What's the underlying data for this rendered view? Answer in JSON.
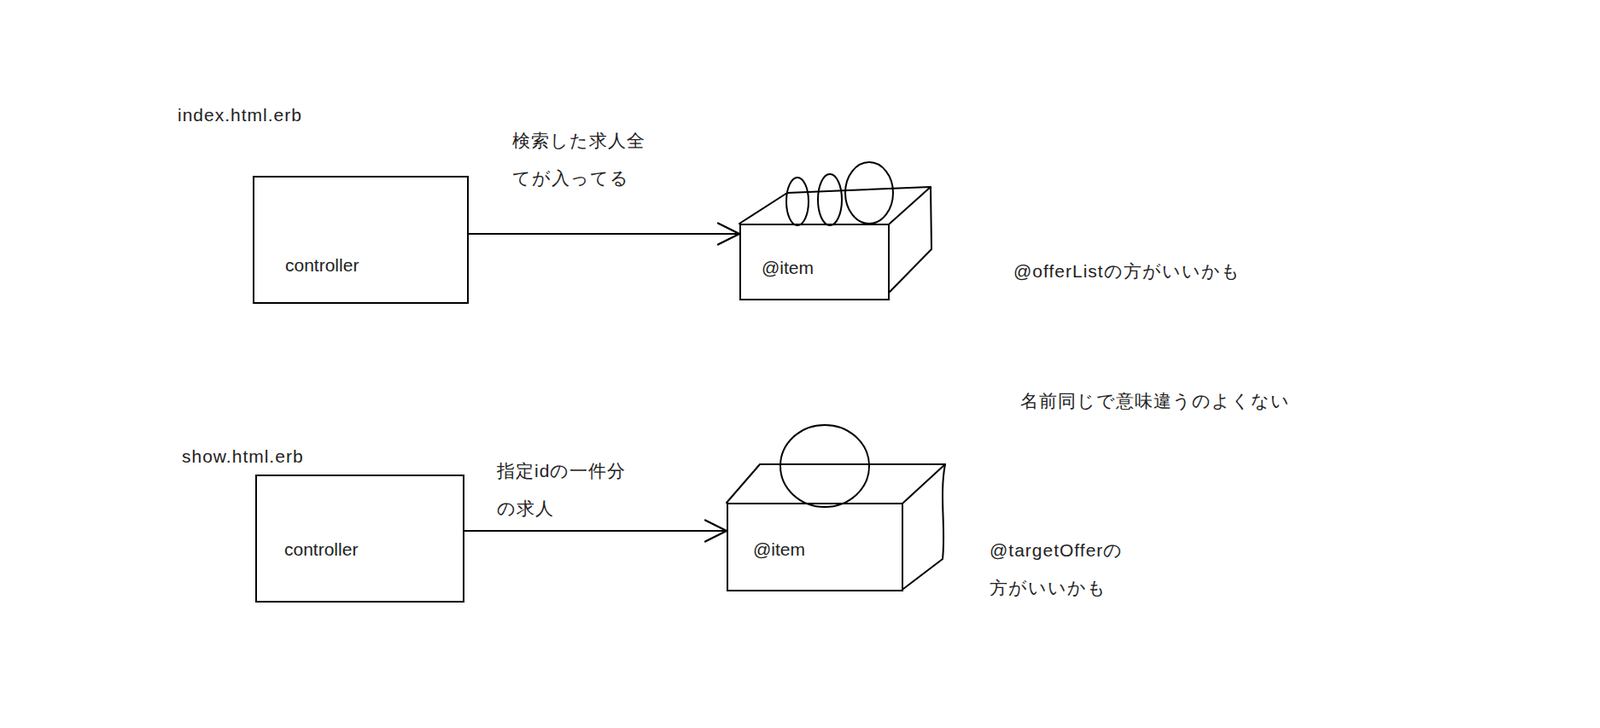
{
  "diagram": {
    "nodes": [
      {
        "text": [
          "controller"
        ]
      },
      {
        "text": [
          "@item"
        ]
      },
      {
        "text": [
          "controller"
        ]
      },
      {
        "text": [
          "@item"
        ]
      }
    ],
    "edges": [
      {
        "from": 0,
        "to": 1,
        "arrow": "to",
        "label": "検索した求人全てが入ってる"
      },
      {
        "from": 2,
        "to": 3,
        "arrow": "to",
        "label": "指定idの一件分の求人"
      }
    ],
    "labels": [
      "index.html.erb",
      "show.html.erb",
      "@offerListの方がいいかも",
      "名前同じで意味違うのよくない",
      "@targetOfferの方がいいかも"
    ]
  }
}
